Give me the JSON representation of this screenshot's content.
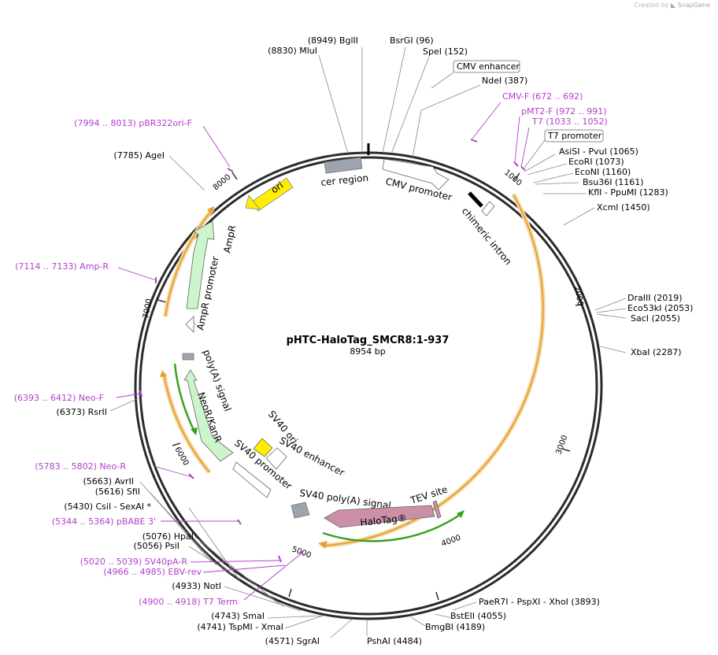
{
  "credit": {
    "prefix": "Created by",
    "brand": "SnapGene"
  },
  "plasmid": {
    "name": "pHTC-HaloTag_SMCR8:1-937",
    "size": "8954 bp",
    "length": 8954
  },
  "colors": {
    "backbone": "#2b2b2b",
    "primer": "#b040c8",
    "orf": "#e8a030",
    "orf_glow": "#f6d9a8",
    "green_arc": "#3aa020",
    "ori": "#ffee00",
    "resistance": "#ccf5cc",
    "halotag": "#cc8fa8",
    "grey_box": "#9ea4ae",
    "sv40_ori": "#ffee00"
  },
  "ticks": [
    "1000",
    "2000",
    "3000",
    "4000",
    "5000",
    "6000",
    "7000",
    "8000"
  ],
  "enzymes": [
    {
      "label": "(8949)  BglII"
    },
    {
      "label": "(8830)  MluI"
    },
    {
      "label": "BsrGI   (96)"
    },
    {
      "label": "SpeI   (152)"
    },
    {
      "label": "NdeI   (387)"
    },
    {
      "label": "AsiSI  - PvuI   (1065)"
    },
    {
      "label": "EcoRI   (1073)"
    },
    {
      "label": "EcoNI   (1160)"
    },
    {
      "label": "Bsu36I   (1161)"
    },
    {
      "label": "KflI  - PpuMI   (1283)"
    },
    {
      "label": "XcmI   (1450)"
    },
    {
      "label": "DraIII   (2019)"
    },
    {
      "label": "Eco53kI   (2053)"
    },
    {
      "label": "SacI   (2055)"
    },
    {
      "label": "XbaI   (2287)"
    },
    {
      "label": "PaeR7I  - PspXI  - XhoI   (3893)"
    },
    {
      "label": "BstEII   (4055)"
    },
    {
      "label": "BmgBI   (4189)"
    },
    {
      "label": "PshAI   (4484)"
    },
    {
      "label": "(4571)  SgrAI"
    },
    {
      "label": "(4743)  SmaI"
    },
    {
      "label": "(4741)  TspMI   - XmaI"
    },
    {
      "label": "(4933)  NotI"
    },
    {
      "label": "(5056)  PsiI"
    },
    {
      "label": "(5076)  HpaI"
    },
    {
      "label": "(5430)  CsiI   - SexAI *"
    },
    {
      "label": "(5616)  SfiI"
    },
    {
      "label": "(5663)  AvrII"
    },
    {
      "label": "(6373)  RsrII"
    },
    {
      "label": "(7785)  AgeI"
    }
  ],
  "primers": [
    {
      "label": "CMV-F    (672 .. 692)"
    },
    {
      "label": "pMT2-F    (972 .. 991)"
    },
    {
      "label": "T7    (1033 .. 1052)"
    },
    {
      "label": "(7994 .. 8013)  pBR322ori-F"
    },
    {
      "label": "(7114 .. 7133)  Amp-R"
    },
    {
      "label": "(6393 .. 6412)  Neo-F"
    },
    {
      "label": "(5783 .. 5802)  Neo-R"
    },
    {
      "label": "(5344 .. 5364)  pBABE 3'"
    },
    {
      "label": "(5020 .. 5039)  SV40pA-R"
    },
    {
      "label": "(4966 .. 4985)  EBV-rev"
    },
    {
      "label": "(4900 .. 4918)  T7 Term"
    }
  ],
  "boxed_features": [
    "CMV enhancer",
    "T7 promoter"
  ],
  "features": {
    "ori": "ori",
    "cer_region": "cer region",
    "cmv_promoter": "CMV promoter",
    "chimeric_intron": "chimeric intron",
    "ampr": "AmpR",
    "ampr_promoter": "AmpR promoter",
    "polya_signal": "poly(A) signal",
    "neor": "NeoR/KanR",
    "sv40_ori": "SV40 ori",
    "sv40_enhancer": "SV40 enhancer",
    "sv40_promoter": "SV40 promoter",
    "sv40_polya": "SV40 poly(A) signal",
    "tev_site": "TEV site",
    "halotag": "HaloTag®"
  }
}
